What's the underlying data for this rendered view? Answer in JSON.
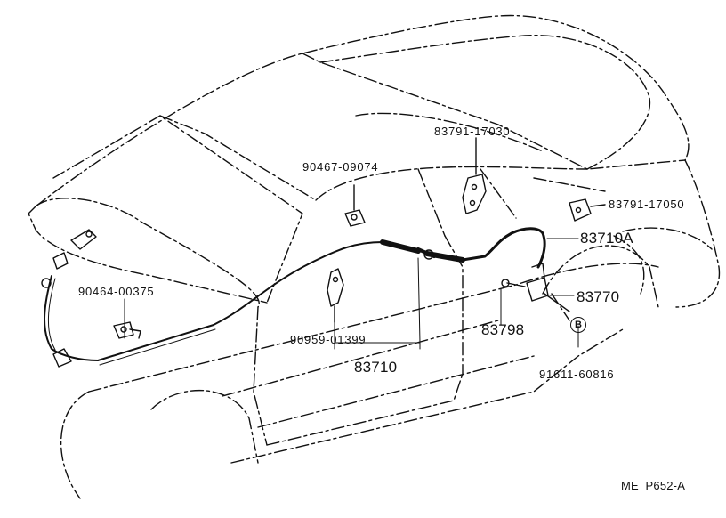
{
  "diagram": {
    "parts": [
      {
        "id": "p1",
        "label": "83791-17030"
      },
      {
        "id": "p2",
        "label": "90467-09074"
      },
      {
        "id": "p3",
        "label": "83791-17050"
      },
      {
        "id": "p4",
        "label": "83710A"
      },
      {
        "id": "p5",
        "label": "90464-00375"
      },
      {
        "id": "p6",
        "label": "83770"
      },
      {
        "id": "p7",
        "label": "83798"
      },
      {
        "id": "p8",
        "label": "90959-01399"
      },
      {
        "id": "p9",
        "label": "83710"
      },
      {
        "id": "p10",
        "label": "91611-60816"
      }
    ],
    "ref_mark": "B",
    "figure_code": "ME  P652-A"
  }
}
